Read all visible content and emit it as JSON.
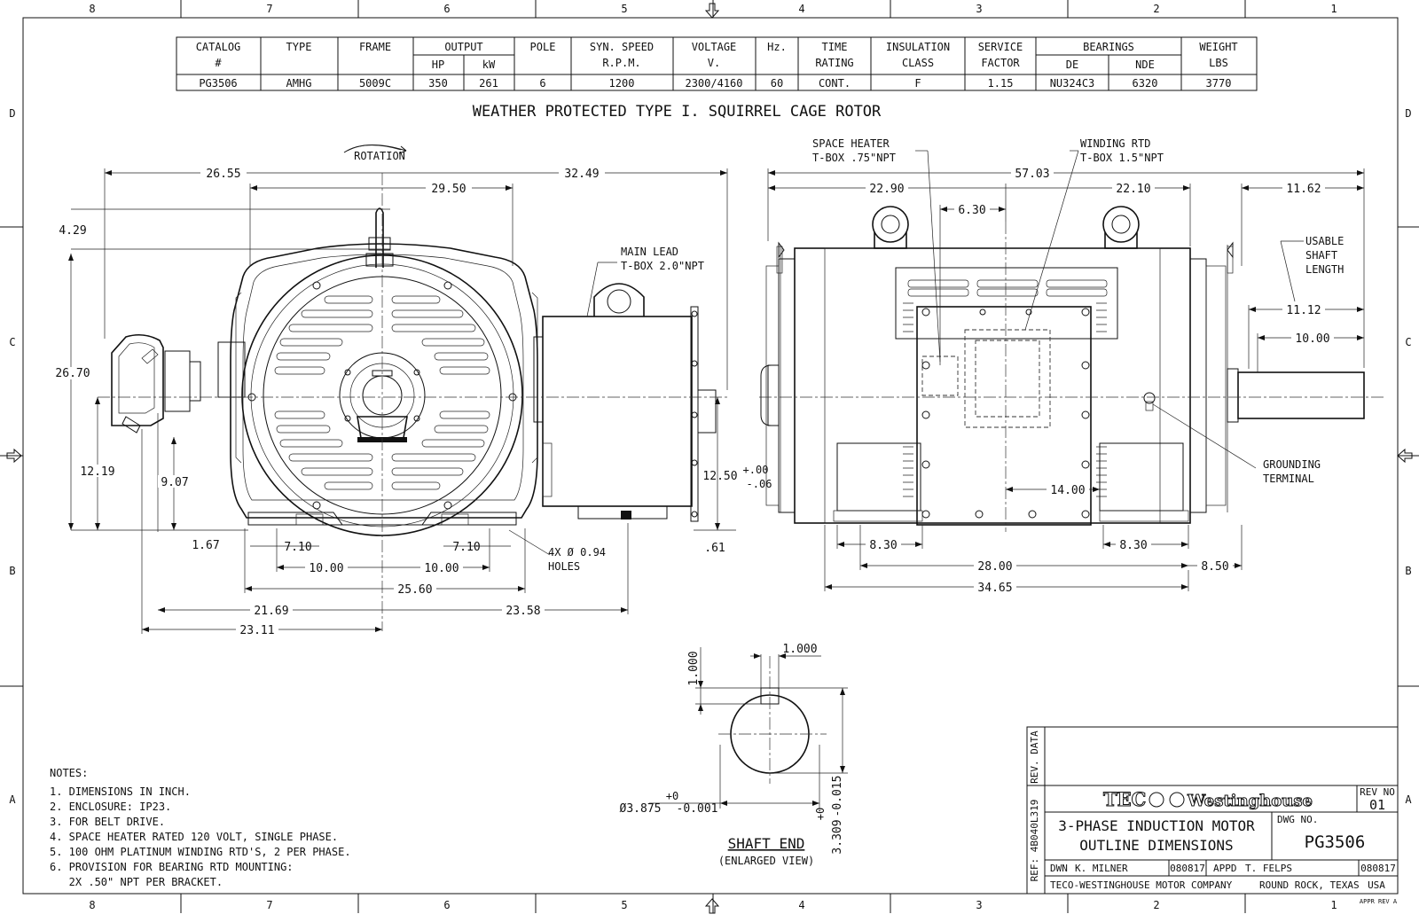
{
  "zones": {
    "cols": [
      "8",
      "7",
      "6",
      "5",
      "4",
      "3",
      "2",
      "1"
    ],
    "rows": [
      "D",
      "C",
      "B",
      "A"
    ]
  },
  "spec_table": {
    "headers": {
      "catalog": "CATALOG",
      "catalog2": "#",
      "type": "TYPE",
      "frame": "FRAME",
      "output": "OUTPUT",
      "hp": "HP",
      "kw": "kW",
      "pole": "POLE",
      "syn_speed": "SYN. SPEED",
      "rpm": "R.P.M.",
      "voltage": "VOLTAGE",
      "v": "V.",
      "hz": "Hz.",
      "time": "TIME",
      "rating": "RATING",
      "insulation": "INSULATION",
      "class": "CLASS",
      "service": "SERVICE",
      "factor": "FACTOR",
      "bearings": "BEARINGS",
      "de": "DE",
      "nde": "NDE",
      "weight": "WEIGHT",
      "lbs": "LBS"
    },
    "row": {
      "catalog": "PG3506",
      "type": "AMHG",
      "frame": "5009C",
      "hp": "350",
      "kw": "261",
      "pole": "6",
      "rpm": "1200",
      "voltage": "2300/4160",
      "hz": "60",
      "time": "CONT.",
      "insulation": "F",
      "service_factor": "1.15",
      "de": "NU324C3",
      "nde": "6320",
      "weight": "3770"
    }
  },
  "title": "WEATHER PROTECTED TYPE I. SQUIRREL CAGE ROTOR",
  "front_view": {
    "rotation": "ROTATION",
    "main_lead_1": "MAIN LEAD",
    "main_lead_2": "T-BOX 2.0\"NPT",
    "holes_1": "4X Ø 0.94",
    "holes_2": "HOLES",
    "dims": {
      "d2655": "26.55",
      "d3249": "32.49",
      "d2950": "29.50",
      "d429": "4.29",
      "d2670": "26.70",
      "d1219": "12.19",
      "d907": "9.07",
      "d167": "1.67",
      "d710a": "7.10",
      "d710b": "7.10",
      "d1000a": "10.00",
      "d1000b": "10.00",
      "d2560": "25.60",
      "d2169": "21.69",
      "d2358": "23.58",
      "d2311": "23.11",
      "d1250": "12.50",
      "tol_p": "+.00",
      "tol_m": "-.06",
      "d61": ".61"
    }
  },
  "side_view": {
    "space_heater_1": "SPACE HEATER",
    "space_heater_2": "T-BOX .75\"NPT",
    "winding_rtd_1": "WINDING RTD",
    "winding_rtd_2": "T-BOX 1.5\"NPT",
    "usable_1": "USABLE",
    "usable_2": "SHAFT",
    "usable_3": "LENGTH",
    "grounding_1": "GROUNDING",
    "grounding_2": "TERMINAL",
    "dims": {
      "d5703": "57.03",
      "d2290": "22.90",
      "d2210": "22.10",
      "d630": "6.30",
      "d1162": "11.62",
      "d1112": "11.12",
      "d1000": "10.00",
      "d1400": "14.00",
      "d830a": "8.30",
      "d830b": "8.30",
      "d2800": "28.00",
      "d850": "8.50",
      "d3465": "34.65"
    }
  },
  "shaft_end": {
    "d1000v": "1.000",
    "d1000h": "1.000",
    "dia_tol": "+0",
    "dia": "Ø3.875",
    "dia_tol2": "-0.001",
    "key_tol": "+0",
    "key": "3.309",
    "key_tol2": "-0.015",
    "label": "SHAFT END",
    "sub": "(ENLARGED VIEW)"
  },
  "notes": {
    "heading": "NOTES:",
    "items": [
      "1. DIMENSIONS IN INCH.",
      "2. ENCLOSURE: IP23.",
      "3. FOR BELT DRIVE.",
      "4. SPACE HEATER RATED 120 VOLT, SINGLE PHASE.",
      "5. 100 OHM PLATINUM WINDING RTD'S, 2 PER PHASE.",
      "6. PROVISION FOR BEARING RTD MOUNTING:",
      "   2X .50\" NPT PER BRACKET."
    ]
  },
  "title_block": {
    "rev_data": "REV. DATA",
    "ref": "REF: 4B040L319",
    "brand_teco": "TEC",
    "brand_wh": "Westinghouse",
    "rev_no_label": "REV NO",
    "rev_no": "01",
    "title_1": "3-PHASE INDUCTION MOTOR",
    "title_2": "OUTLINE DIMENSIONS",
    "dwg_no_label": "DWG NO.",
    "dwg_no": "PG3506",
    "dwn_label": "DWN",
    "dwn": "K. MILNER",
    "dwn_date": "080817",
    "appd_label": "APPD",
    "appd": "T. FELPS",
    "appd_date": "080817",
    "company": "TECO-WESTINGHOUSE MOTOR COMPANY",
    "location": "ROUND ROCK, TEXAS",
    "country": "USA",
    "appr_rev": "APPR REV A"
  }
}
